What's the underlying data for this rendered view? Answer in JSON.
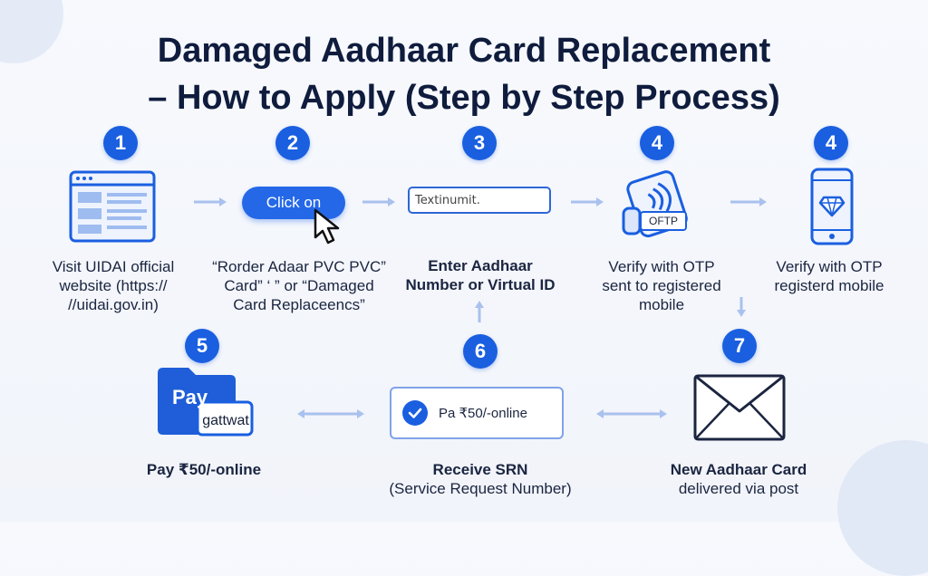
{
  "title": {
    "line1": "Damaged Aadhaar Card Replacement",
    "line2": "– How to Apply (Step by Step Process)"
  },
  "badges": [
    "1",
    "2",
    "3",
    "4",
    "4",
    "5",
    "6",
    "7"
  ],
  "steps": {
    "s1": {
      "label_lines": [
        "Visit UIDAI official",
        "website (https://",
        "//uidai.gov.in)"
      ],
      "icon": "browser-window-icon"
    },
    "s2": {
      "button_text": "Click on",
      "label_lines": [
        "“Rorder Adaar PVC PVC”",
        "Card” ‘ ” or “Damaged",
        "Card Replaceencs”"
      ],
      "icon": "mouse-cursor-icon"
    },
    "s3": {
      "input_text": "Textinumit.",
      "label_lines": [
        "Enter Aadhaar",
        "Number or Virtual ID"
      ]
    },
    "s4a": {
      "otp_text": "OFTP",
      "label_lines": [
        "Verify with OTP",
        "sent to registered",
        "mobile"
      ],
      "icon": "contactless-card-icon"
    },
    "s4b": {
      "label_lines": [
        "Verify with OTP",
        "registerd mobile"
      ],
      "icon": "smartphone-icon"
    },
    "s5": {
      "pay_text": "Pay",
      "gateway_text": "gattwat",
      "label": "Pay ₹50/-online",
      "icon": "folder-icon"
    },
    "s6": {
      "box_text": "Pa ₹50/-online",
      "label_lines": [
        "Receive SRN",
        "(Service Request Number)"
      ],
      "icon": "check-circle-icon"
    },
    "s7": {
      "label_lines": [
        "New Aadhaar Card",
        "delivered via post"
      ],
      "icon": "envelope-icon"
    }
  },
  "colors": {
    "accent": "#1a5fe0",
    "arrow": "#a9c1ee",
    "title": "#0f1c3d"
  }
}
